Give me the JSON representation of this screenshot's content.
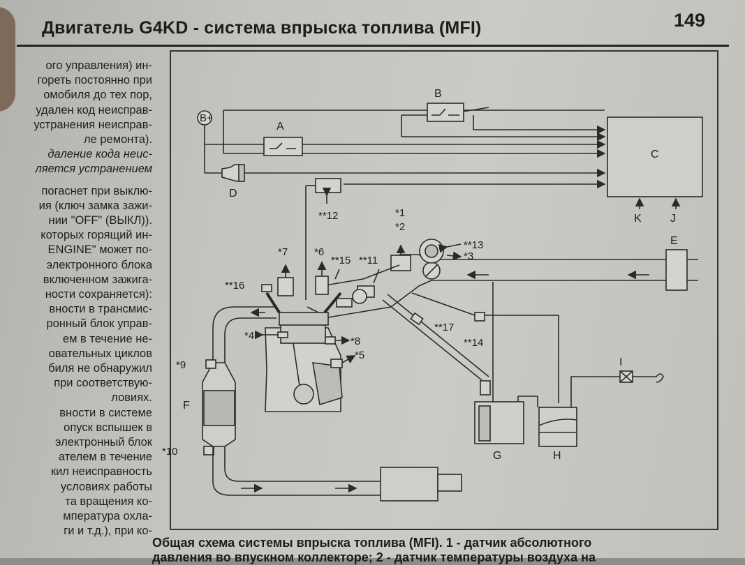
{
  "header": {
    "title": "Двигатель G4KD - система впрыска топлива (MFI)",
    "page_number": "149"
  },
  "left_column": {
    "lines": [
      {
        "text": "ого управления) ин-",
        "italic": false
      },
      {
        "text": "гореть постоянно при",
        "italic": false
      },
      {
        "text": "омобиля до тех пор,",
        "italic": false
      },
      {
        "text": "удален код неисправ-",
        "italic": false
      },
      {
        "text": "устранения неисправ-",
        "italic": false
      },
      {
        "text": "ле ремонта).",
        "italic": false
      },
      {
        "text": "даление кода неис-",
        "italic": true
      },
      {
        "text": "ляется устранением",
        "italic": true
      },
      {
        "text": "",
        "italic": false
      },
      {
        "text": "погаснет при выклю-",
        "italic": false
      },
      {
        "text": "ия (ключ замка зажи-",
        "italic": false
      },
      {
        "text": "нии \"OFF\" (ВЫКЛ)).",
        "italic": false
      },
      {
        "text": "которых горящий ин-",
        "italic": false
      },
      {
        "text": "ENGINE\" может по-",
        "italic": false
      },
      {
        "text": "электронного блока",
        "italic": false
      },
      {
        "text": "включенном зажига-",
        "italic": false
      },
      {
        "text": "ности сохраняется):",
        "italic": false
      },
      {
        "text": "вности в трансмис-",
        "italic": false
      },
      {
        "text": "ронный блок управ-",
        "italic": false
      },
      {
        "text": "ем в течение не-",
        "italic": false
      },
      {
        "text": "овательных циклов",
        "italic": false
      },
      {
        "text": "биля не обнаружил",
        "italic": false
      },
      {
        "text": "при соответствую-",
        "italic": false
      },
      {
        "text": "ловиях.",
        "italic": false
      },
      {
        "text": "вности в системе",
        "italic": false
      },
      {
        "text": "опуск вспышек в",
        "italic": false
      },
      {
        "text": "электронный блок",
        "italic": false
      },
      {
        "text": "ателем в течение",
        "italic": false
      },
      {
        "text": "кил неисправность",
        "italic": false
      },
      {
        "text": "условиях работы",
        "italic": false
      },
      {
        "text": "та вращения ко-",
        "italic": false
      },
      {
        "text": "мпература охла-",
        "italic": false
      },
      {
        "text": "ги и т.д.), при ко-",
        "italic": false
      }
    ]
  },
  "diagram": {
    "labels": {
      "A": "A",
      "B": "B",
      "C": "C",
      "D": "D",
      "E": "E",
      "F": "F",
      "G": "G",
      "H": "H",
      "I": "I",
      "J": "J",
      "K": "K",
      "b_plus": "B+",
      "s1": "*1",
      "s2": "*2",
      "s3": "*3",
      "s4": "*4",
      "s5": "*5",
      "s6": "*6",
      "s7": "*7",
      "s8": "*8",
      "s9": "*9",
      "s10": "*10",
      "s11": "**11",
      "s12": "**12",
      "s13": "**13",
      "s14": "**14",
      "s15": "**15",
      "s16": "**16",
      "s17": "**17"
    }
  },
  "caption": {
    "line1": "Общая схема системы впрыска топлива (MFI). 1 - датчик абсолютного",
    "line2": "давления во впускном коллекторе; 2 - датчик температуры воздуха на"
  }
}
